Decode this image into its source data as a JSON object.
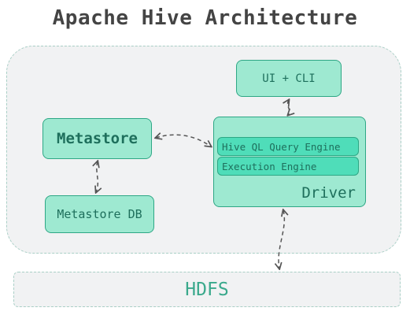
{
  "title": "Apache Hive Architecture",
  "nodes": {
    "ui_cli": "UI + CLI",
    "metastore": "Metastore",
    "metastore_db": "Metastore DB",
    "driver": {
      "label": "Driver",
      "engines": [
        "Hive QL Query Engine",
        "Execution Engine"
      ]
    },
    "hdfs": "HDFS"
  },
  "colors": {
    "box_fill": "#9ee9d1",
    "box_border": "#2ea785",
    "engine_fill": "#4fddb9",
    "text": "#1e6f5c",
    "container_fill": "#f1f2f3",
    "container_border": "#a9cfc6",
    "arrow": "#555555"
  }
}
